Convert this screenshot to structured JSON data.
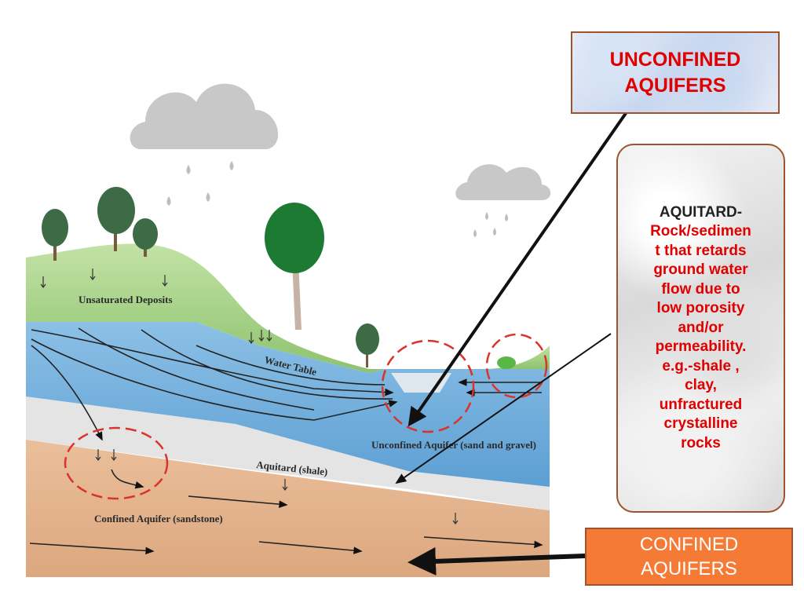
{
  "callouts": {
    "unconfined": [
      "UNCONFINED",
      "AQUIFERS"
    ],
    "aquitard_title": "AQUITARD-",
    "aquitard_body": [
      "Rock/sedimen",
      "t that retards",
      "ground water",
      "flow due to",
      "low porosity",
      "and/or",
      "permeability.",
      "e.g.-shale ,",
      "clay,",
      "unfractured",
      "crystalline",
      "rocks"
    ],
    "confined": [
      "CONFINED",
      "AQUIFERS"
    ]
  },
  "diagram": {
    "labels": {
      "unsaturated": "Unsaturated Deposits",
      "water_table": "Water Table",
      "unconfined_aquifer": "Unconfined Aquifer (sand and gravel)",
      "aquitard": "Aquitard (shale)",
      "confined_aquifer": "Confined Aquifer (sandstone)"
    }
  },
  "colors": {
    "callout_text": "#e00000",
    "confined_box": "#f47a35",
    "water": "#7fb3de",
    "sediment": "#e6b792",
    "hill": "#a8d28a"
  }
}
